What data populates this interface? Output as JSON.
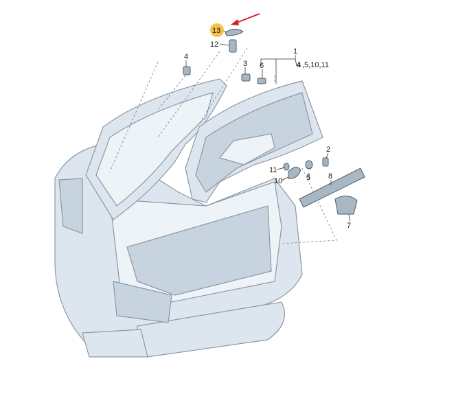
{
  "diagram": {
    "callouts": {
      "c1": "1",
      "c2": "2",
      "c3": "3",
      "c4": "4",
      "c5": "5",
      "c6": "6",
      "c7": "7",
      "c8": "8",
      "c10": "10",
      "c11": "11",
      "c12": "12",
      "c13": "13",
      "c1_group_bold": "4",
      "c1_group_rest": ",5,10,11"
    },
    "colors": {
      "highlight_marker": "#f5c24a",
      "arrow": "#d42020",
      "body": "#dde6ee",
      "outline": "#8a99a6"
    }
  }
}
